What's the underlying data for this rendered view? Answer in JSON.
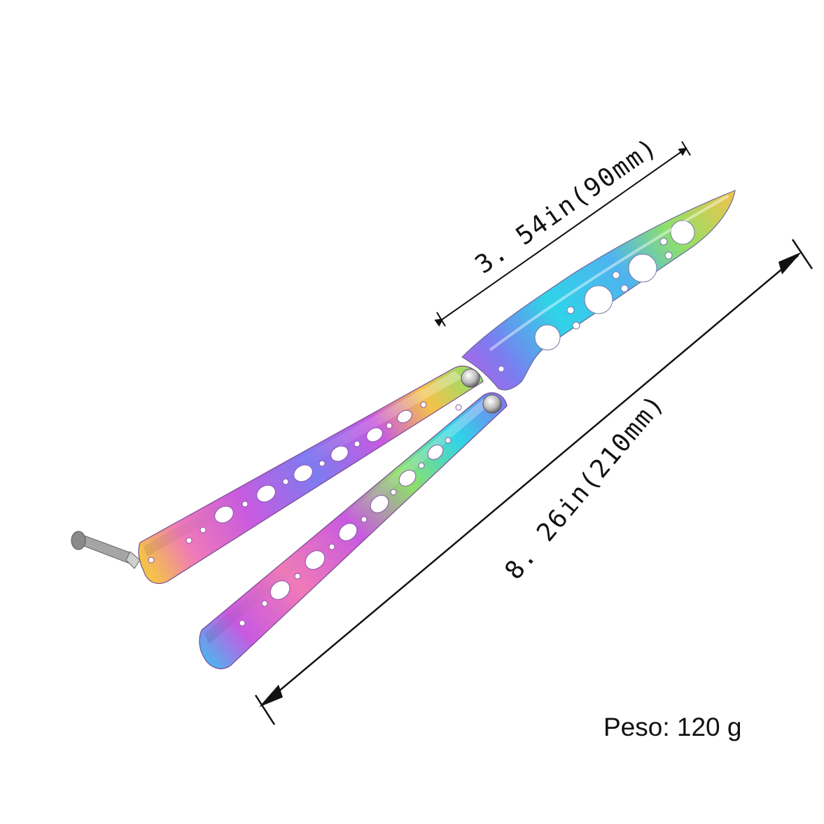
{
  "image": {
    "subject": "butterfly-trainer-knife",
    "background_color": "#ffffff"
  },
  "dimensions": {
    "blade_label": "3. 54in(90mm)",
    "overall_label": "8. 26in(210mm)"
  },
  "weight_label": "Peso: 120 g",
  "colors": {
    "rainbow_stops": [
      "#2fd4e8",
      "#4fb3f0",
      "#7d7bf0",
      "#c85ae0",
      "#f07ab8",
      "#f4c24a",
      "#8ee06a",
      "#3fd6c8"
    ],
    "latch": "#9a9a9a",
    "pivot": "#b8b8b8",
    "line": "#111111"
  }
}
